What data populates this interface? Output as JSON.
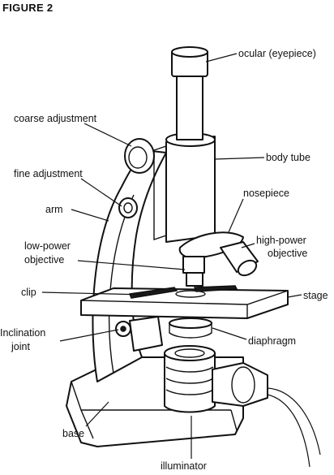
{
  "figure_title": "FIGURE 2",
  "labels": {
    "ocular": "ocular (eyepiece)",
    "coarse_adjustment": "coarse adjustment",
    "body_tube": "body tube",
    "fine_adjustment": "fine adjustment",
    "nosepiece": "nosepiece",
    "arm": "arm",
    "high_power_line1": "high-power",
    "high_power_line2": "objective",
    "low_power_line1": "low-power",
    "low_power_line2": "objective",
    "clip": "clip",
    "stage": "stage",
    "inclination_line1": "Inclination",
    "inclination_line2": "joint",
    "diaphragm": "diaphragm",
    "base": "base",
    "illuminator": "illuminator"
  }
}
